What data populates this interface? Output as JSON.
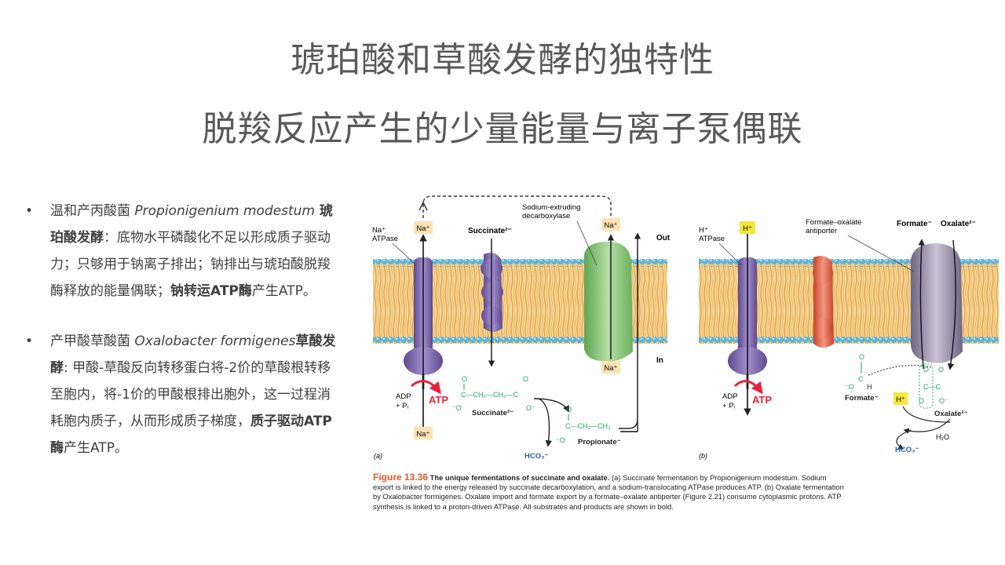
{
  "title_line1": "琥珀酸和草酸发酵的独特性",
  "title_line2": "脱羧反应产生的少量能量与离子泵偶联",
  "bullets": [
    {
      "dot": "•",
      "organism_cn": "温和产丙酸菌 ",
      "organism_latin": "Propionigenium modestum",
      "process": " 琥珀酸发酵",
      "text1": "：底物水平磷酸化不足以形成质子驱动力；只够用于钠离子排出；钠排出与琥珀酸脱羧酶释放的能量偶联；",
      "enzyme": "钠转运ATP酶",
      "text2": "产生ATP。"
    },
    {
      "dot": "•",
      "organism_cn": "产甲酸草酸菌 ",
      "organism_latin": "Oxalobacter formigenes",
      "process": "草酸发酵",
      "text1": ": 甲酸-草酸反向转移蛋白将-2价的草酸根转移至胞内，将-1价的甲酸根排出胞外，这一过程消耗胞内质子，从而形成质子梯度，",
      "enzyme": "质子驱动ATP酶",
      "text2": "产生ATP。"
    }
  ],
  "figure": {
    "panel_a": {
      "label": "(a)",
      "na_atpase": [
        "Na⁺",
        "ATPase"
      ],
      "na_top_left": "Na⁺",
      "na_top_right": "Na⁺",
      "decarboxylase": [
        "Sodium-extruding",
        "decarboxylase"
      ],
      "succinate_top": "Succinate²⁻",
      "out": "Out",
      "in": "In",
      "na_in": "Na⁺",
      "adp": [
        "ADP",
        "+ Pᵢ"
      ],
      "atp": "ATP",
      "na_bottom": "Na⁺",
      "succinate_struct_top": "O",
      "succinate_chain": "C—CH₂—CH₂—C",
      "succinate_o_left": "⁻O",
      "succinate_o_right": "O⁻",
      "succinate_bottom": "Succinate²⁻",
      "hco3": "HCO₃⁻",
      "propionate_chain": "C—CH₂—CH₃",
      "propionate_o": "⁻O",
      "propionate": "Propionate⁻"
    },
    "panel_b": {
      "label": "(b)",
      "h_atpase": [
        "H⁺",
        "ATPase"
      ],
      "h_top": "H⁺",
      "antiporter": [
        "Formate–oxalate",
        "antiporter"
      ],
      "formate_top": "Formate⁻",
      "oxalate_top": "Oxalate²⁻",
      "adp": [
        "ADP",
        "+ Pᵢ"
      ],
      "atp": "ATP",
      "formate_bottom": "Formate⁻",
      "h_in": "H⁺",
      "oxalate_bottom": "Oxalate²⁻",
      "h2o": "H₂O",
      "hco3": "HCO₃⁻"
    },
    "caption": {
      "label": "Figure 13.36",
      "heading": "The unique fermentations of succinate and oxalate.",
      "line_a": "(a) Succinate fermentation by Propionigenium modestum. Sodium export is linked to the energy released by succinate decarboxylation, and a sodium-translocating ATPase produces ATP.",
      "line_b": "(b) Oxalate fermentation by Oxalobacter formigenes. Oxalate import and formate export by a formate–oxalate antiporter (Figure 2.21) consume cytoplasmic protons. ATP synthesis is linked to a proton-driven ATPase. All substrates and products are shown in bold."
    }
  },
  "colors": {
    "title": "#595959",
    "atp_red": "#e8233f",
    "caption_orange": "#e0582a",
    "membrane_head": "#5ab4dc",
    "membrane_tail": "#f0b24a",
    "decarboxylase_green": "#8cc97a",
    "transporter_purple": "#8a74b4",
    "antiporter_orange": "#e86a50",
    "antiporter_gray": "#9b92ab",
    "hco3_blue": "#2a5fb0",
    "chem_green": "#1aa86a"
  }
}
